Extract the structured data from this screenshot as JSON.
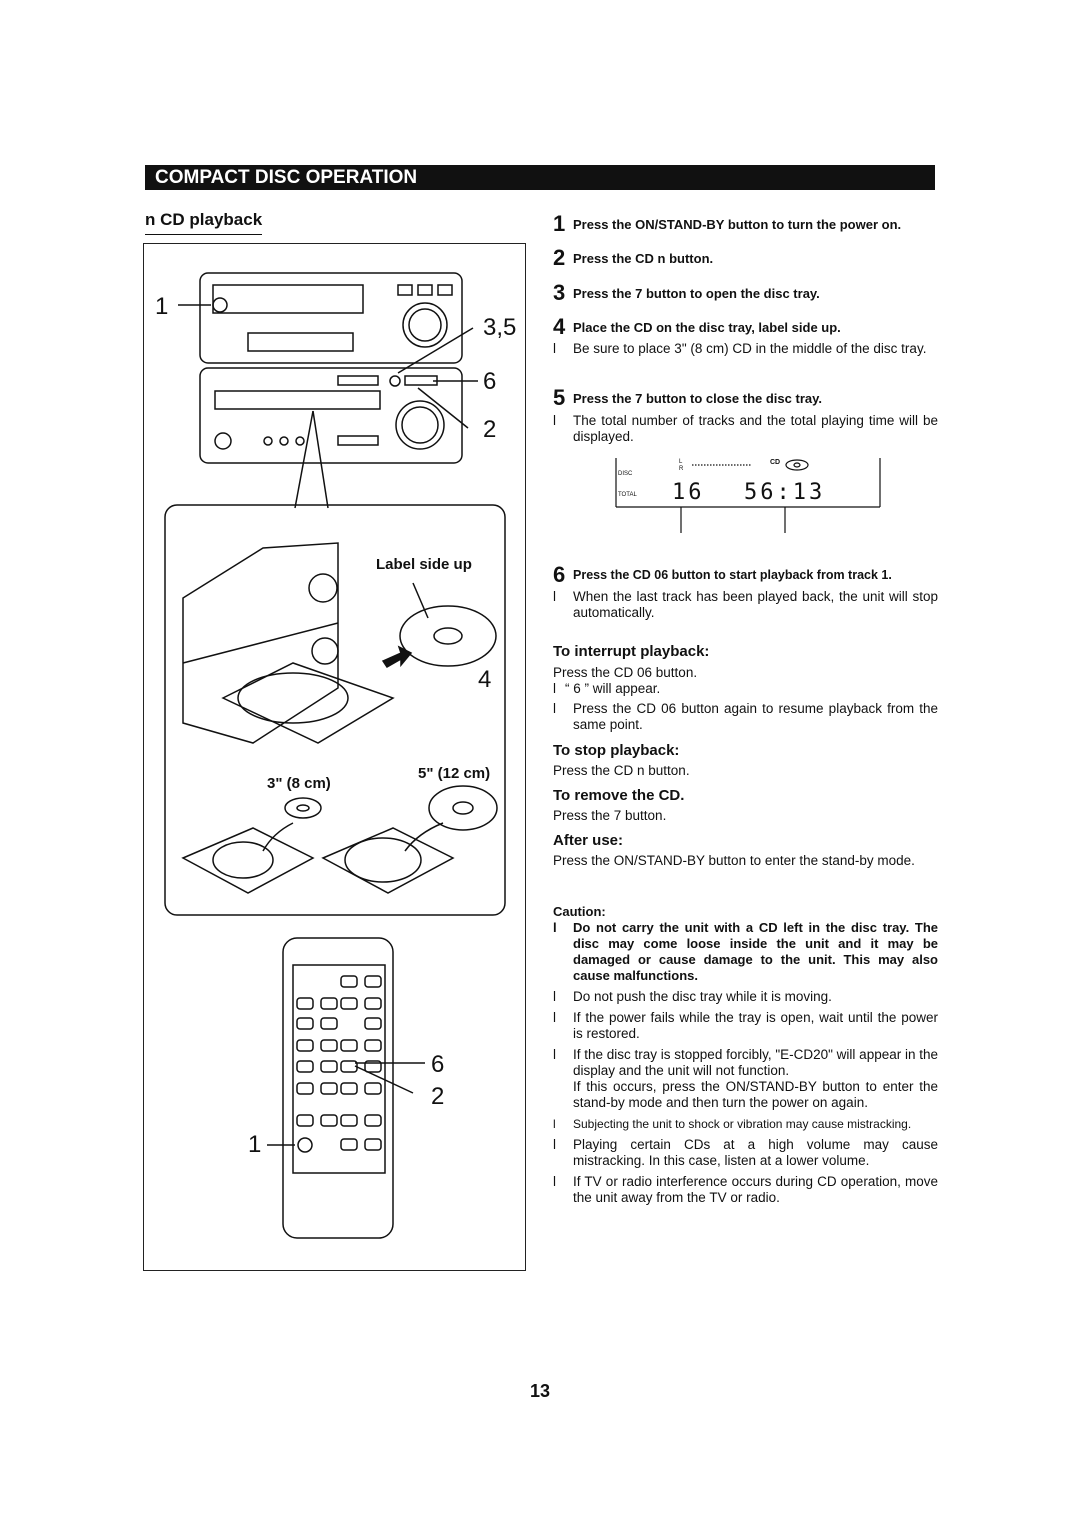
{
  "banner": "COMPACT DISC OPERATION",
  "subhead": "n  CD playback",
  "figure": {
    "callouts_top": [
      "1",
      "3,5",
      "6",
      "2"
    ],
    "label_side_up": "Label side up",
    "step4_num": "4",
    "size_small": "3\" (8 cm)",
    "size_large": "5\" (12 cm)",
    "callouts_remote": [
      "6",
      "2",
      "1"
    ]
  },
  "steps": [
    {
      "num": "1",
      "text": "Press the ON/STAND-BY button to turn the power on."
    },
    {
      "num": "2",
      "text": "Press the CD n  button."
    },
    {
      "num": "3",
      "text": "Press the 7   button to open  the disc tray."
    },
    {
      "num": "4",
      "text": "Place the CD on the disc tray, label side up."
    },
    {
      "num": "5",
      "text": "Press the 7   button to close the disc tray."
    },
    {
      "num": "6",
      "text": "Press the CD 06   button to start playback from track 1."
    }
  ],
  "bullets": {
    "b4": "Be sure to place 3\" (8 cm) CD in the middle of the disc tray.",
    "b5": "The total number of tracks and the total playing time will be displayed.",
    "b6": "When the last track has been played back, the unit will stop automatically."
  },
  "display": {
    "l": "L",
    "r": "R",
    "disc": "DISC",
    "total": "TOTAL",
    "cd": "CD",
    "tracks": "16",
    "time": "56:13"
  },
  "interrupt": {
    "heading": "To interrupt playback:",
    "line1": "Press the CD 06   button.",
    "line2": "“ 6  ” will appear.",
    "line3": "Press the CD 06   button again to resume playback from the same point."
  },
  "stop": {
    "heading": "To stop playback:",
    "line1": "Press the CD n  button."
  },
  "remove": {
    "heading": "To remove the CD.",
    "line1": "Press the 7   button."
  },
  "after": {
    "heading": "After use:",
    "line1": "Press the ON/STAND-BY button to enter the stand-by mode."
  },
  "caution": {
    "heading": "Caution:",
    "bold_item": "Do not carry the unit with a CD left in the disc tray. The disc may come loose inside the unit and it may be damaged or cause damage to the unit. This may also cause malfunctions.",
    "items": [
      "Do not push the disc tray while it is moving.",
      "If the power fails while the tray is open, wait until the power is restored.",
      "If the disc tray is stopped forcibly, \"E-CD20\" will appear in the display and the unit will not function.",
      "If this occurs, press the ON/STAND-BY button to enter the stand-by mode and then turn the power on again.",
      "Subjecting the unit to shock or vibration may cause mistracking.",
      "Playing certain CDs at a high volume may cause mistracking. In this case, listen at a lower volume.",
      "If TV or radio interference occurs during CD operation, move the unit away from the TV or radio."
    ]
  },
  "bullet_char": "l",
  "page_number": "13"
}
